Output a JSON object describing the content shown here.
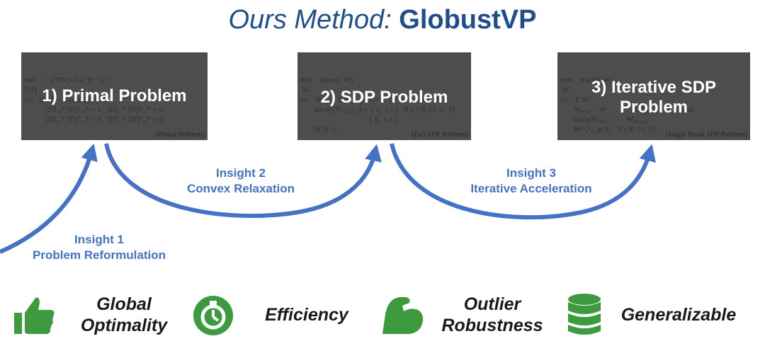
{
  "title": {
    "prefix": "Ours Method: ",
    "name": "GlobustVP"
  },
  "panels": [
    {
      "label_lines": [
        "1) Primal Problem"
      ],
      "math_lines": [
        "min    < ([DN; cLₘᵀ])², Q >",
        "D,Q",
        "s.t.   Qᵀ 1₄ = 1ₘ,  (Q)² = Q,",
        "",
        "           [D]₃,* [D]ᵀ₃,* = 1,  [D]₁,* [D]ᵀ₂,* = 0,",
        "           [D]₂,* [D]ᵀ₃,* = 0,  [D]₁,* [D]ᵀ₃,* = 0,"
      ],
      "tag": "(Primal Problem)"
    },
    {
      "label_lines": [
        "2) SDP Problem"
      ],
      "math_lines": [
        "min    trace(CW)",
        " W",
        "s.t.   W₀,₀ = Σ W₀,₄(j−1)+i,   j = 1, …, m,",
        "",
        "",
        "       trace({W₀,₀}ᵢ,ⱼ) = { 1,  i = j   ∀ i, j ∈ {1, 2, 3}",
        "                                   { 0,  i ≠ j",
        "       W ⪰ 0,"
      ],
      "tag": "(Full SDP Problem)"
    },
    {
      "label_lines": [
        "3) Iterative SDP",
        "Problem"
      ],
      "math_lines": [
        "min    trace(CW)",
        " W",
        "s.t.   Σ W",
        "       W₀,ⱼ,ᵢ = W            {1, 2},   j = 1, …, m,",
        "       trace(W₀,₁)         W₀,₀,₂,",
        "       W*,*,ᵢ ⪰ 0,    ∀ i ∈ {1, 2}."
      ],
      "tag": "(Single Block SDP Problem)"
    }
  ],
  "insights": [
    {
      "line1": "Insight 1",
      "line2": "Problem Reformulation"
    },
    {
      "line1": "Insight 2",
      "line2": "Convex Relaxation"
    },
    {
      "line1": "Insight 3",
      "line2": "Iterative Acceleration"
    }
  ],
  "features": [
    {
      "icon": "thumbs-up-icon",
      "lines": [
        "Global",
        "Optimality"
      ]
    },
    {
      "icon": "efficiency-clock-icon",
      "lines": [
        "Efficiency"
      ]
    },
    {
      "icon": "flexed-arm-icon",
      "lines": [
        "Outlier",
        "Robustness"
      ]
    },
    {
      "icon": "database-stack-icon",
      "lines": [
        "Generalizable"
      ]
    }
  ],
  "colors": {
    "title": "#1f4e8c",
    "arrow": "#4472c4",
    "panel": "#4d4d4d",
    "icon": "#3e9a3e"
  }
}
